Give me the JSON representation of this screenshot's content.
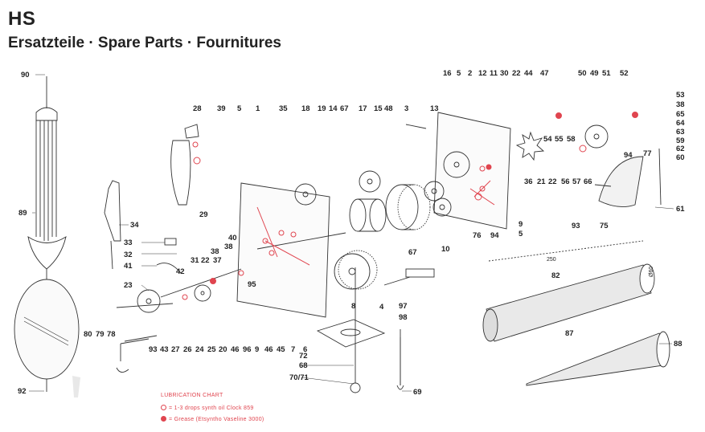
{
  "header": {
    "title": "HS",
    "subtitle": "Ersatzteile · Spare Parts · Fournitures"
  },
  "legend": {
    "title": "LUBRICATION CHART",
    "oil": "= 1-3 drops synth oil Clock 859",
    "grease": "= Grease (Etsyntho Vaseline 3000)"
  },
  "colors": {
    "lubrication": "#e0454f",
    "line": "#333333"
  },
  "dimensions": {
    "length": "250",
    "diameter": "Ø60"
  },
  "part_labels": [
    "90",
    "89",
    "92",
    "28",
    "39",
    "5",
    "1",
    "35",
    "18",
    "19",
    "14",
    "67",
    "17",
    "15",
    "48",
    "3",
    "13",
    "16",
    "5",
    "2",
    "12",
    "11",
    "30",
    "22",
    "44",
    "47",
    "50",
    "49",
    "51",
    "52",
    "53",
    "38",
    "65",
    "64",
    "63",
    "59",
    "62",
    "60",
    "94",
    "77",
    "61",
    "54",
    "55",
    "58",
    "36",
    "21",
    "22",
    "56",
    "57",
    "66",
    "76",
    "94",
    "9",
    "5",
    "93",
    "75",
    "10",
    "34",
    "29",
    "40",
    "38",
    "33",
    "32",
    "38",
    "31",
    "22",
    "37",
    "41",
    "42",
    "23",
    "95",
    "67",
    "8",
    "4",
    "97",
    "98",
    "80",
    "79",
    "78",
    "93",
    "43",
    "27",
    "26",
    "24",
    "25",
    "20",
    "46",
    "96",
    "9",
    "46",
    "45",
    "7",
    "6",
    "72",
    "68",
    "70/71",
    "69",
    "82",
    "87",
    "88"
  ]
}
